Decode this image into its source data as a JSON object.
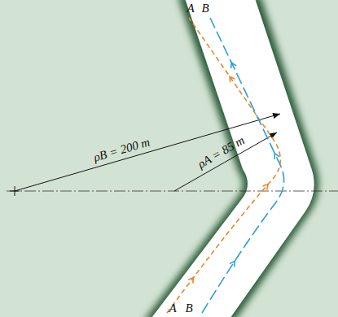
{
  "diagram": {
    "labels": [
      "A",
      "B",
      "A",
      "B",
      "ρB = 200 m",
      "ρA = 85 m"
    ]
  }
}
